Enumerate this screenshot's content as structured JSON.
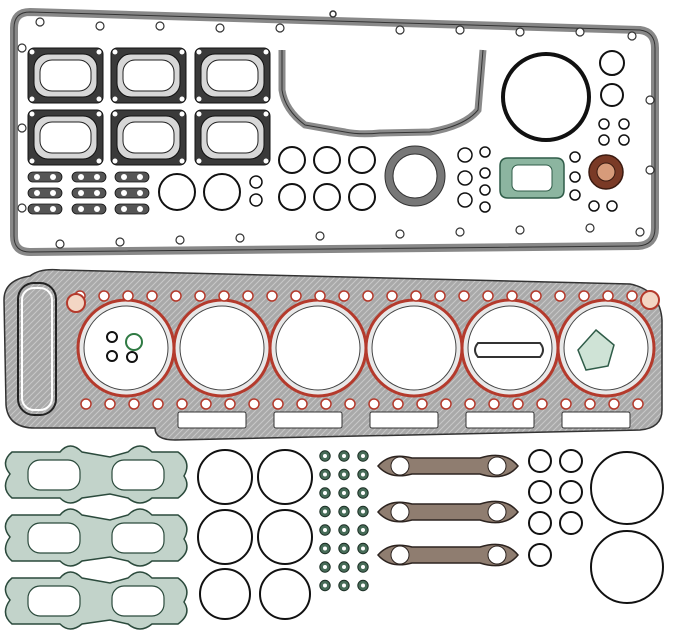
{
  "scene": {
    "description_visible_text": "",
    "colors": {
      "background": "#ffffff",
      "gasket_fill": "#9a9a9a",
      "gasket_light": "#c4c4c4",
      "gasket_dark": "#4a4a4a",
      "outline": "#222222",
      "copper": "#b8694a",
      "red_seal": "#b43a2c",
      "green_seal": "#6f9d86",
      "mesh": "#b0b0b0",
      "rubber": "#1a1a1a"
    },
    "parts": [
      "valve-cover-gasket",
      "port-gaskets",
      "cylinder-head-gasket",
      "exhaust-manifold-gaskets",
      "intake-runner-gaskets",
      "o-rings",
      "valve-stem-seals",
      "crankshaft-seal"
    ]
  }
}
